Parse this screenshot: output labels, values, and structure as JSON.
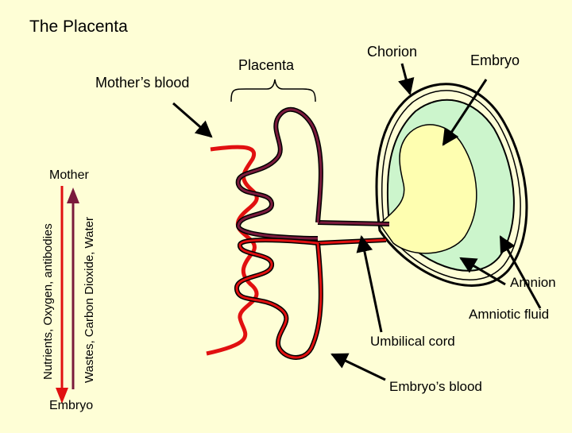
{
  "title": "The Placenta",
  "labels": {
    "mothers_blood": "Mother’s blood",
    "placenta": "Placenta",
    "chorion": "Chorion",
    "embryo_top": "Embryo",
    "mother": "Mother",
    "amnion": "Amnion",
    "amniotic_fluid": "Amniotic fluid",
    "umbilical_cord": "Umbilical cord",
    "embryos_blood": "Embryo’s blood",
    "embryo_bottom": "Embryo"
  },
  "vertical_labels": {
    "nutrients": "Nutrients, Oxygen, antibodies",
    "wastes": "Wastes, Carbon Dioxide, Water"
  },
  "colors": {
    "background": "#fefed6",
    "maternal_blood": "#e11010",
    "fetal_vessel": "#7a1a3c",
    "amnion_fill": "#ccf5cc",
    "embryo_fill": "#fefeb0",
    "nutrient_arrow": "#e11010",
    "waste_arrow": "#7a1a3c"
  }
}
